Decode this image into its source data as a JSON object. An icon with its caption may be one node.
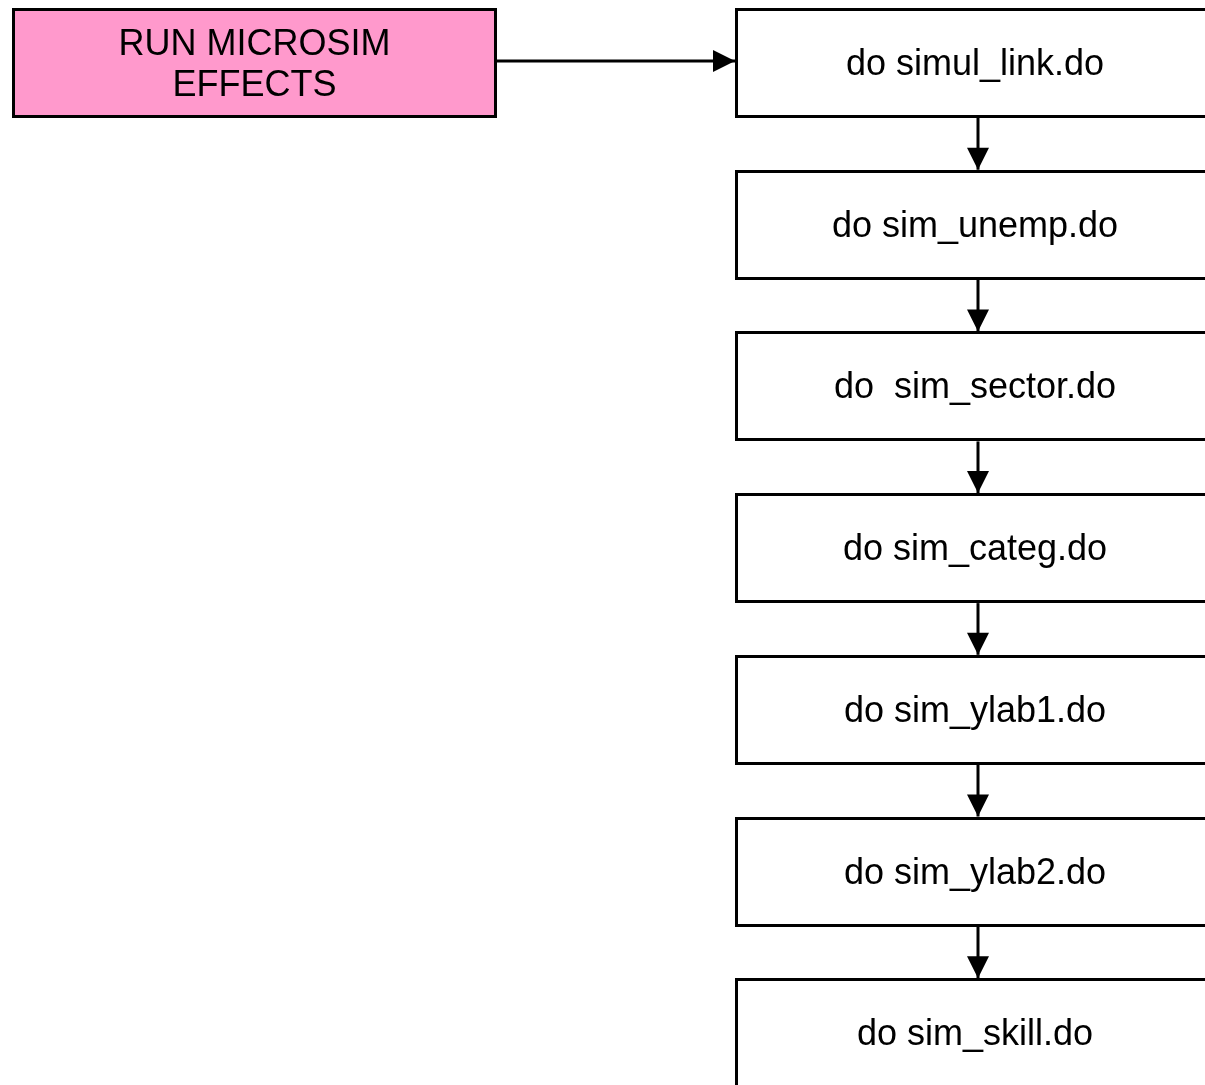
{
  "diagram": {
    "nodes": [
      {
        "text": [
          "RUN MICROSIM EFFECTS"
        ]
      },
      {
        "text": [
          "do simul_link.do"
        ]
      },
      {
        "text": [
          "do sim_unemp.do"
        ]
      },
      {
        "text": [
          "do  sim_sector.do"
        ]
      },
      {
        "text": [
          "do sim_categ.do"
        ]
      },
      {
        "text": [
          "do sim_ylab1.do"
        ]
      },
      {
        "text": [
          "do sim_ylab2.do"
        ]
      },
      {
        "text": [
          "do sim_skill.do"
        ]
      }
    ],
    "edges": [
      {
        "from": 0,
        "to": 1,
        "arrow": "to"
      },
      {
        "from": 1,
        "to": 2,
        "arrow": "to"
      },
      {
        "from": 2,
        "to": 3,
        "arrow": "to"
      },
      {
        "from": 3,
        "to": 4,
        "arrow": "to"
      },
      {
        "from": 4,
        "to": 5,
        "arrow": "to"
      },
      {
        "from": 5,
        "to": 6,
        "arrow": "to"
      },
      {
        "from": 6,
        "to": 7,
        "arrow": "to"
      }
    ]
  }
}
